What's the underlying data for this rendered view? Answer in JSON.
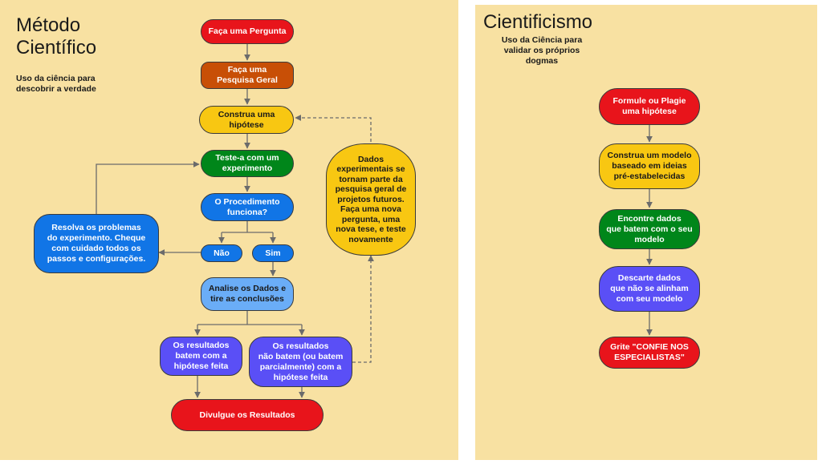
{
  "left": {
    "title_line1": "Método",
    "title_line2": "Científico",
    "subtitle_line1": "Uso da ciência para",
    "subtitle_line2": "descobrir a verdade",
    "nodes": {
      "ask": "Faça uma Pergunta",
      "research_1": "Faça uma",
      "research_2": "Pesquisa Geral",
      "hypothesis_1": "Construa uma",
      "hypothesis_2": "hipótese",
      "test_1": "Teste-a com um",
      "test_2": "experimento",
      "works_1": "O Procedimento",
      "works_2": "funciona?",
      "no": "Não",
      "yes": "Sim",
      "troubleshoot_1": "Resolva os problemas",
      "troubleshoot_2": "do experimento. Cheque",
      "troubleshoot_3": "com cuidado todos os",
      "troubleshoot_4": "passos e configurações.",
      "analyze_1": "Analise os Dados e",
      "analyze_2": "tire as conclusões",
      "match_1": "Os resultados",
      "match_2": "batem com a",
      "match_3": "hipótese feita",
      "nomatch_1": "Os resultados",
      "nomatch_2": "não batem (ou batem",
      "nomatch_3": "parcialmente) com a",
      "nomatch_4": "hipótese feita",
      "publish": "Divulgue os Resultados",
      "feedback_1": "Dados",
      "feedback_2": "experimentais se",
      "feedback_3": "tornam parte da",
      "feedback_4": "pesquisa geral de",
      "feedback_5": "projetos futuros.",
      "feedback_6": "Faça uma nova",
      "feedback_7": "pergunta, uma",
      "feedback_8": "nova tese, e teste",
      "feedback_9": "novamente"
    }
  },
  "right": {
    "title": "Cientificismo",
    "subtitle_line1": "Uso da Ciência para",
    "subtitle_line2": "validar os próprios",
    "subtitle_line3": "dogmas",
    "nodes": {
      "formulate_1": "Formule ou Plagie",
      "formulate_2": "uma hipótese",
      "model_1": "Construa um modelo",
      "model_2": "baseado em ideias",
      "model_3": "pré-estabelecidas",
      "find_1": "Encontre dados",
      "find_2": "que batem com o seu",
      "find_3": "modelo",
      "discard_1": "Descarte dados",
      "discard_2": "que não se alinham",
      "discard_3": "com seu modelo",
      "shout_1": "Grite \"CONFIE NOS",
      "shout_2": "ESPECIALISTAS\""
    }
  },
  "colors": {
    "background": "#f8e1a2",
    "red": "#e8141b",
    "orange": "#c84f06",
    "yellow": "#f8c712",
    "green": "#00861a",
    "blue": "#1175e6",
    "light_blue": "#6aadf7",
    "purple": "#5a4ff6",
    "connector": "#6b6b6b"
  }
}
